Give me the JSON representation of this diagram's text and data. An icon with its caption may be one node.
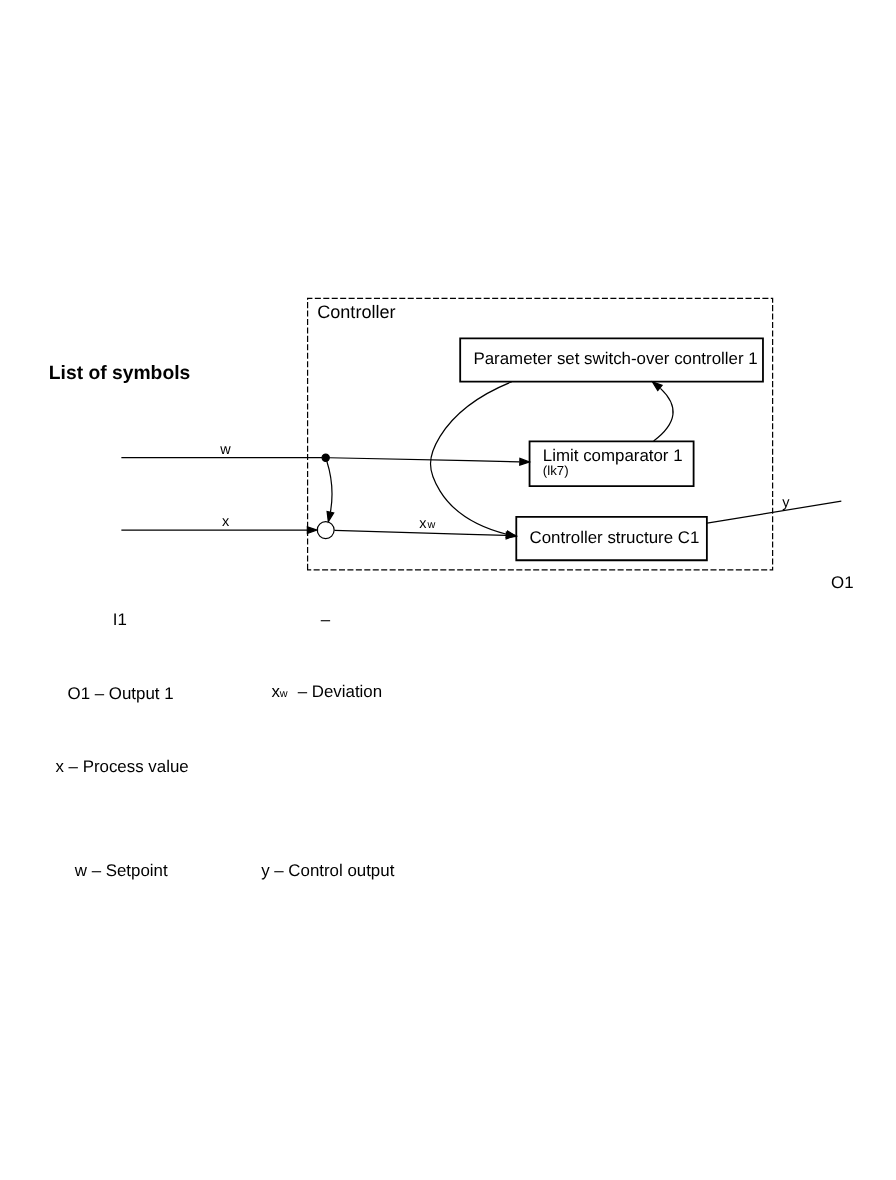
{
  "diagram": {
    "nodes": [
      {
        "text": [
          "Controller"
        ]
      },
      {
        "text": [],
        "shape": "circle",
        "in": 0
      },
      {
        "text": [
          "Controller structure C1"
        ],
        "in": 0
      },
      {
        "text": [
          "Parameter set switch-over controller 1"
        ],
        "in": 0
      },
      {
        "text": [
          "Limit comparator 1",
          "(lk7)"
        ],
        "in": 0
      },
      {
        "text": [],
        "shape": "circle",
        "in": 0
      }
    ],
    "edges": [
      {
        "from": null,
        "to": 1,
        "arrow": "to",
        "label": "x"
      },
      {
        "from": 1,
        "to": 2,
        "arrow": "to",
        "label": "x$_{w}$"
      },
      {
        "from": 2,
        "to": null,
        "arrow": "none",
        "label": "y"
      },
      {
        "from": null,
        "to": 5,
        "arrow": "none",
        "label": "w"
      },
      {
        "from": 5,
        "to": 1,
        "arrow": "to"
      },
      {
        "from": 5,
        "to": 4,
        "arrow": "to"
      },
      {
        "from": 3,
        "to": 2,
        "arrow": "to"
      },
      {
        "from": 4,
        "to": 3,
        "arrow": "to"
      }
    ],
    "labels": [
      "I1",
      "–",
      "O1",
      "List of symbols",
      "O1 – Output 1",
      "x$_{w}$ – Deviation",
      "w – Setpoint",
      "y – Control output",
      "x – Process value"
    ]
  }
}
